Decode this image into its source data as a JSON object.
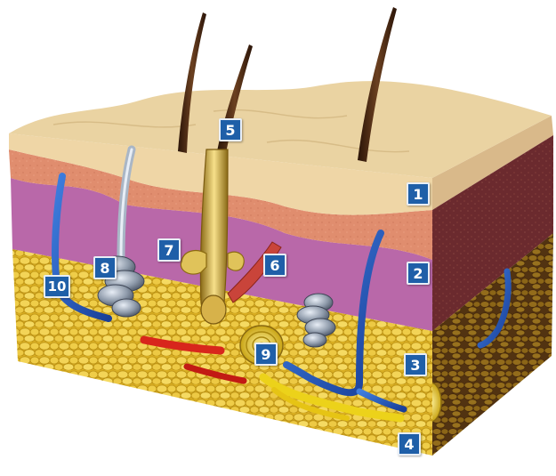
{
  "colors": {
    "marker": "#1f5fa8",
    "epidermis": "#efd6a6",
    "dermis_upper": "#e08d6e",
    "dermis_lower": "#b968a9",
    "fat": "#e9c53d",
    "vein": "#2a62c8",
    "artery": "#d8261c",
    "gland": "#8c97a6",
    "hair": "#4a2a14"
  },
  "markers": [
    {
      "id": "m1",
      "label": "1"
    },
    {
      "id": "m2",
      "label": "2"
    },
    {
      "id": "m3",
      "label": "3"
    },
    {
      "id": "m4",
      "label": "4"
    },
    {
      "id": "m5",
      "label": "5"
    },
    {
      "id": "m6",
      "label": "6"
    },
    {
      "id": "m7",
      "label": "7"
    },
    {
      "id": "m8",
      "label": "8"
    },
    {
      "id": "m9",
      "label": "9"
    },
    {
      "id": "m10",
      "label": "10"
    }
  ]
}
